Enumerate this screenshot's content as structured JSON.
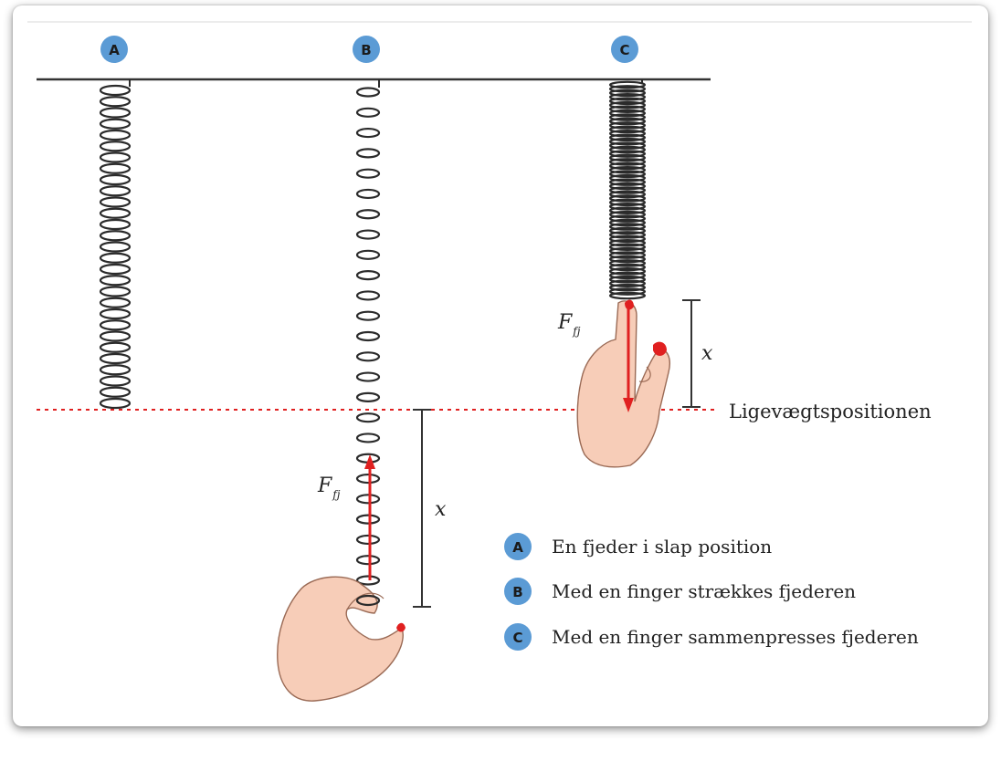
{
  "markers": {
    "a": "A",
    "b": "B",
    "c": "C"
  },
  "force_label": {
    "main": "F",
    "sub": "fj"
  },
  "displacement_label": "x",
  "equilibrium_label": "Ligevægtspositionen",
  "legend": [
    {
      "marker": "A",
      "text": "En fjeder i slap position"
    },
    {
      "marker": "B",
      "text": "Med en finger strækkes fjederen"
    },
    {
      "marker": "C",
      "text": "Med en finger sammenpresses fjederen"
    }
  ],
  "colors": {
    "marker_fill": "#5b9bd5",
    "arrow": "#e02020",
    "equilibrium_line": "#e02020",
    "skin": "#f7cdb8",
    "nail": "#e02020"
  }
}
